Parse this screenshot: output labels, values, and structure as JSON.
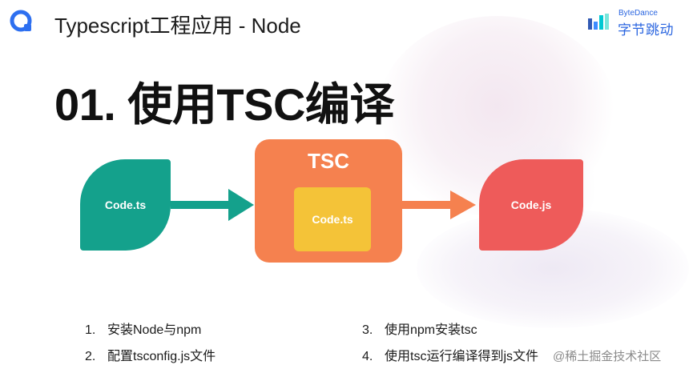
{
  "header": {
    "title": "Typescript工程应用 - Node",
    "brand_en": "ByteDance",
    "brand_cn": "字节跳动"
  },
  "main_title": "01. 使用TSC编译",
  "diagram": {
    "input_label": "Code.ts",
    "compiler_label": "TSC",
    "inner_label": "Code.ts",
    "output_label": "Code.js"
  },
  "steps": [
    {
      "num": "1.",
      "text": "安装Node与npm"
    },
    {
      "num": "2.",
      "text": "配置tsconfig.js文件"
    },
    {
      "num": "3.",
      "text": "使用npm安装tsc"
    },
    {
      "num": "4.",
      "text": "使用tsc运行编译得到js文件"
    }
  ],
  "watermark": "@稀土掘金技术社区",
  "colors": {
    "teal": "#14a18c",
    "orange": "#f5814f",
    "yellow": "#f4c338",
    "red": "#ee5b5a",
    "brand_blue": "#2b66e0"
  }
}
